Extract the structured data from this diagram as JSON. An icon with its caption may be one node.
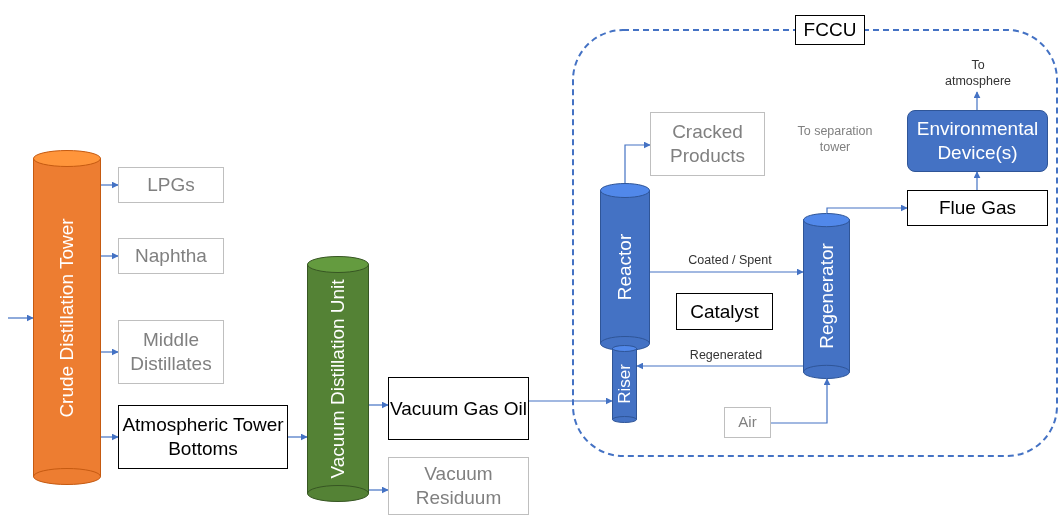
{
  "diagram": {
    "nodes": [
      {
        "text": [
          "Crude Distillation Tower"
        ]
      },
      {
        "text": [
          "LPGs"
        ]
      },
      {
        "text": [
          "Naphtha"
        ]
      },
      {
        "text": [
          "Middle Distillates"
        ]
      },
      {
        "text": [
          "Atmospheric Tower Bottoms"
        ]
      },
      {
        "text": [
          "Vacuum Distillation Unit"
        ]
      },
      {
        "text": [
          "Vacuum Gas Oil"
        ]
      },
      {
        "text": [
          "Vacuum Residuum"
        ]
      },
      {
        "text": [
          "FCCU"
        ]
      },
      {
        "text": [
          "Cracked Products"
        ],
        "in": 8,
        "beside": [
          "To separation tower"
        ]
      },
      {
        "text": [
          "Reactor"
        ],
        "in": 8
      },
      {
        "text": [
          "Riser"
        ],
        "in": 8
      },
      {
        "text": [
          "Catalyst"
        ],
        "in": 8
      },
      {
        "text": [
          "Regenerator"
        ],
        "in": 8
      },
      {
        "text": [
          "Air"
        ],
        "in": 8
      },
      {
        "text": [
          "Flue Gas"
        ],
        "in": 8
      },
      {
        "text": [
          "Environmental Device(s)"
        ],
        "in": 8
      },
      {
        "text": [
          "To atmosphere"
        ],
        "in": 8
      }
    ],
    "edges": [
      {
        "from": null,
        "to": 0,
        "arrow": "to"
      },
      {
        "from": 0,
        "to": 1,
        "arrow": "to"
      },
      {
        "from": 0,
        "to": 2,
        "arrow": "to"
      },
      {
        "from": 0,
        "to": 3,
        "arrow": "to"
      },
      {
        "from": 0,
        "to": 4,
        "arrow": "to"
      },
      {
        "from": 4,
        "to": 5,
        "arrow": "to"
      },
      {
        "from": 5,
        "to": 6,
        "arrow": "to"
      },
      {
        "from": 5,
        "to": 7,
        "arrow": "to"
      },
      {
        "from": 6,
        "to": 11,
        "arrow": "to"
      },
      {
        "from": 10,
        "to": 9,
        "arrow": "to"
      },
      {
        "from": 10,
        "to": 13,
        "arrow": "to",
        "label": "Coated / Spent"
      },
      {
        "from": 13,
        "to": 11,
        "arrow": "to",
        "label": "Regenerated"
      },
      {
        "from": 14,
        "to": 13,
        "arrow": "to"
      },
      {
        "from": 13,
        "to": 15,
        "arrow": "to"
      },
      {
        "from": 15,
        "to": 16,
        "arrow": "to"
      },
      {
        "from": 16,
        "to": 17,
        "arrow": "to"
      }
    ]
  }
}
